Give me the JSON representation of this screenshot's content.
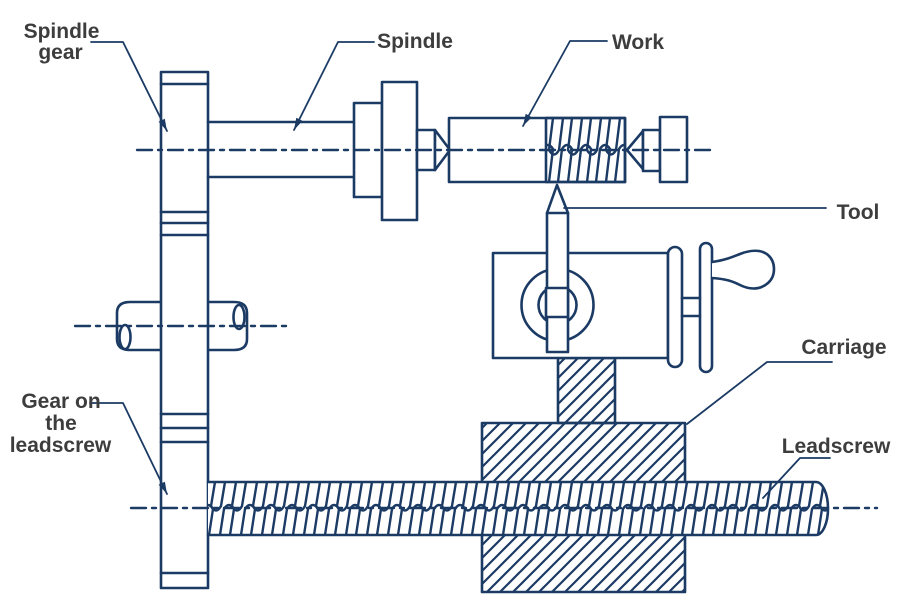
{
  "figure": {
    "kind": "engineering line diagram",
    "subject": "Thread cutting on a lathe: gear train from spindle to leadscrew"
  },
  "colors": {
    "line": "#1b3a64",
    "text": "#3d3d3d",
    "background": "#ffffff"
  },
  "labels": {
    "spindle_gear": {
      "line1": "Spindle",
      "line2": "gear"
    },
    "spindle": "Spindle",
    "work": "Work",
    "tool": "Tool",
    "carriage": "Carriage",
    "leadscrew": "Leadscrew",
    "gear_on_leadscrew": {
      "line1": "Gear on",
      "line2": "the",
      "line3": "leadscrew"
    }
  }
}
